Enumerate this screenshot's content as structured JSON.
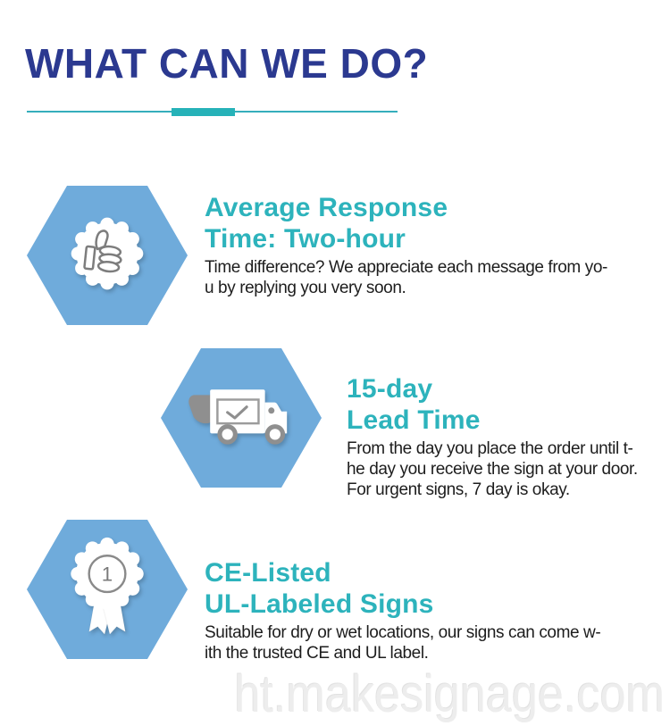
{
  "header": {
    "title": "WHAT CAN WE DO?"
  },
  "sections": [
    {
      "name": "average-response-time",
      "icon": "thumbs-up-seal-icon",
      "heading_line1": "Average Response",
      "heading_line2": "Time: Two-hour",
      "body_line1": "Time difference? We appreciate each message from yo-",
      "body_line2": "u by replying you very soon.",
      "body_line3": ""
    },
    {
      "name": "lead-time",
      "icon": "delivery-truck-icon",
      "heading_line1": "15-day",
      "heading_line2": "Lead Time",
      "body_line1": "From the day you place the order until t-",
      "body_line2": "he day you receive the sign at your door.",
      "body_line3": "For urgent signs, 7 day is okay."
    },
    {
      "name": "certifications",
      "icon": "award-medal-icon",
      "heading_line1": "CE-Listed",
      "heading_line2": "UL-Labeled Signs",
      "body_line1": "Suitable for dry or wet locations, our signs can come w-",
      "body_line2": "ith the trusted CE and UL label.",
      "body_line3": "",
      "medal_number": "1"
    }
  ],
  "watermark": "ht.makesignage.com",
  "colors": {
    "title_navy": "#2B3990",
    "heading_teal": "#2DB3BC",
    "divider_line_teal": "#35AEBC",
    "divider_accent_teal": "#26B2B8",
    "hexagon_blue": "#6FABDB",
    "body_text": "#1D1D1D",
    "icon_gray": "#8F8F8F",
    "watermark_gray": "#EDEDED"
  }
}
